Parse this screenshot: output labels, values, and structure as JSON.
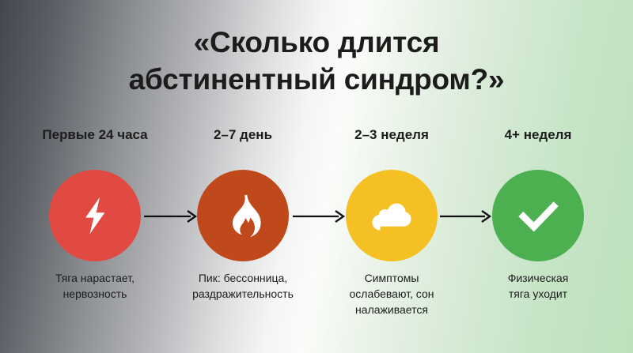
{
  "title": {
    "line1": "«Сколько длится",
    "line2": "абстинентный синдром?»"
  },
  "background": {
    "gradient_start": "#43474e",
    "gradient_mid": "#fbfcfa",
    "gradient_end": "#bde1bd"
  },
  "text_color": "#1c1c1c",
  "arrow_color": "#111111",
  "stages": [
    {
      "period": "Первые 24 часа",
      "caption": "Тяга нарастает,\nнервозность",
      "color": "#e04a42",
      "icon": "lightning-bolt-icon"
    },
    {
      "period": "2–7 день",
      "caption": "Пик: бессонница,\nраздражительность",
      "color": "#c0491c",
      "icon": "flame-icon"
    },
    {
      "period": "2–3 неделя",
      "caption": "Симптомы\nослабевают, сон\nналаживается",
      "color": "#f5c023",
      "icon": "cloud-icon"
    },
    {
      "period": "4+ неделя",
      "caption": "Физическая\nтяга уходит",
      "color": "#4caf50",
      "icon": "checkmark-icon"
    }
  ]
}
